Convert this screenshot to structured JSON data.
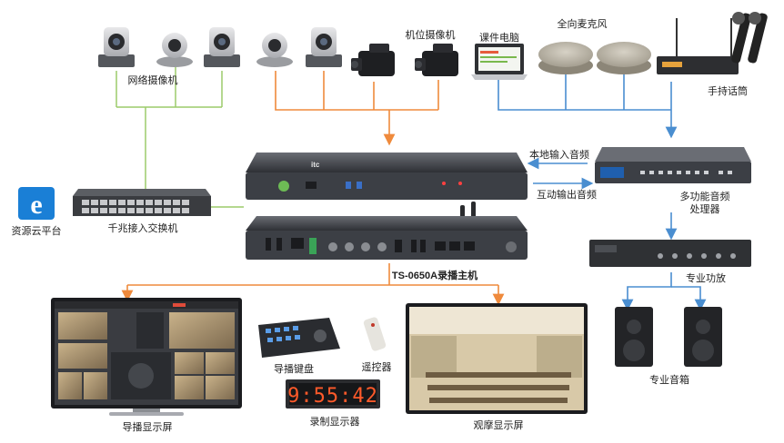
{
  "labels": {
    "network_cameras": "网络摄像机",
    "position_cameras": "机位摄像机",
    "courseware_pc": "课件电脑",
    "omni_mic": "全向麦克风",
    "handheld_mic": "手持话筒",
    "cloud_platform": "资源云平台",
    "gigabit_switch": "千兆接入交换机",
    "local_audio_in": "本地输入音频",
    "interactive_audio_out": "互动输出音频",
    "audio_processor_line1": "多功能音频",
    "audio_processor_line2": "处理器",
    "recording_host": "TS-0650A录播主机",
    "pro_amplifier": "专业功放",
    "pro_speaker": "专业音箱",
    "director_keyboard": "导播键盘",
    "remote_control": "遥控器",
    "recording_display": "录制显示器",
    "director_screen": "导播显示屏",
    "observation_screen": "观摩显示屏"
  },
  "clock": {
    "time": "9:55:42"
  },
  "brand": {
    "logo": "itc"
  },
  "colors": {
    "green_line": "#9ccb6a",
    "orange_line": "#ef8a3c",
    "blue_line": "#4a8ed0",
    "device_dark": "#3c3f45",
    "clock_digits": "#ff5a2a",
    "ie_blue": "#1a7fd6"
  }
}
